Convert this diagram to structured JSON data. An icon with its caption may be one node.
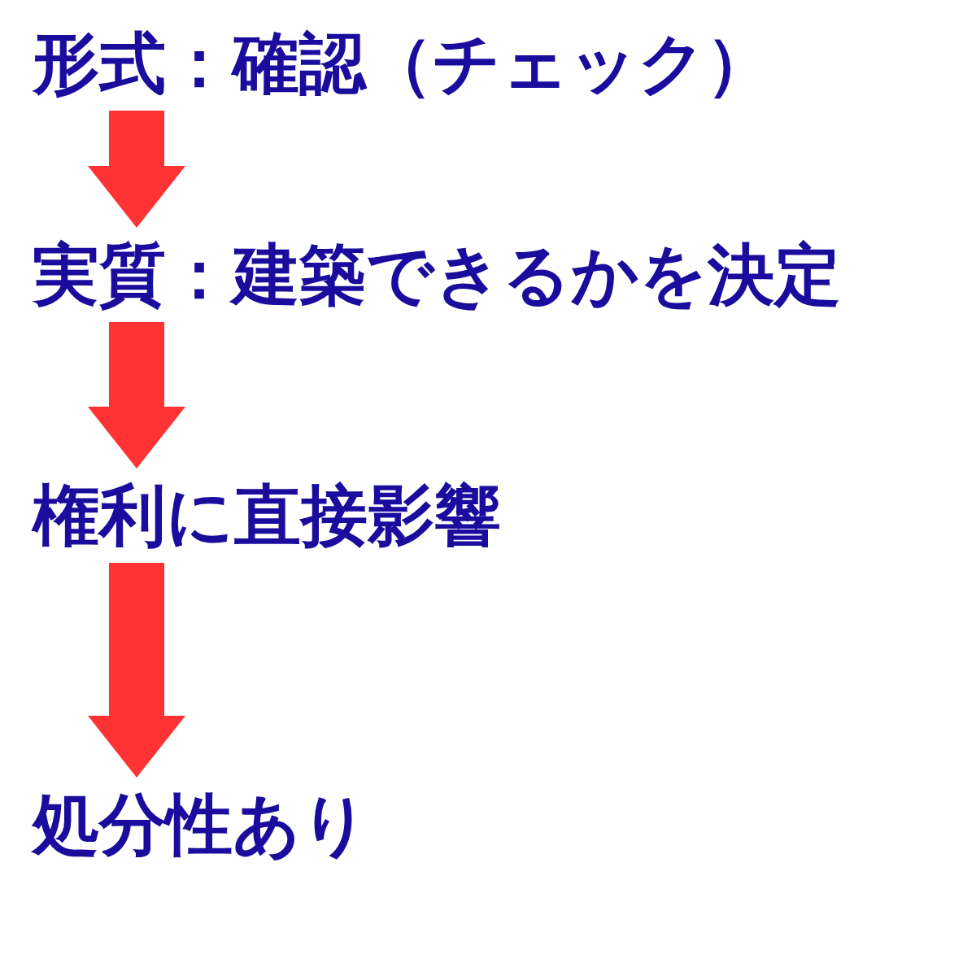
{
  "diagram": {
    "nodes": [
      {
        "text": [
          "形式：確認（チェック）"
        ]
      },
      {
        "text": [
          "実質：建築できるかを決定"
        ]
      },
      {
        "text": [
          "権利に直接影響"
        ]
      },
      {
        "text": [
          "処分性あり"
        ]
      }
    ],
    "edges": [
      {
        "from": 0,
        "to": 1,
        "arrow": "to"
      },
      {
        "from": 1,
        "to": 2,
        "arrow": "to"
      },
      {
        "from": 2,
        "to": 3,
        "arrow": "to"
      }
    ]
  }
}
